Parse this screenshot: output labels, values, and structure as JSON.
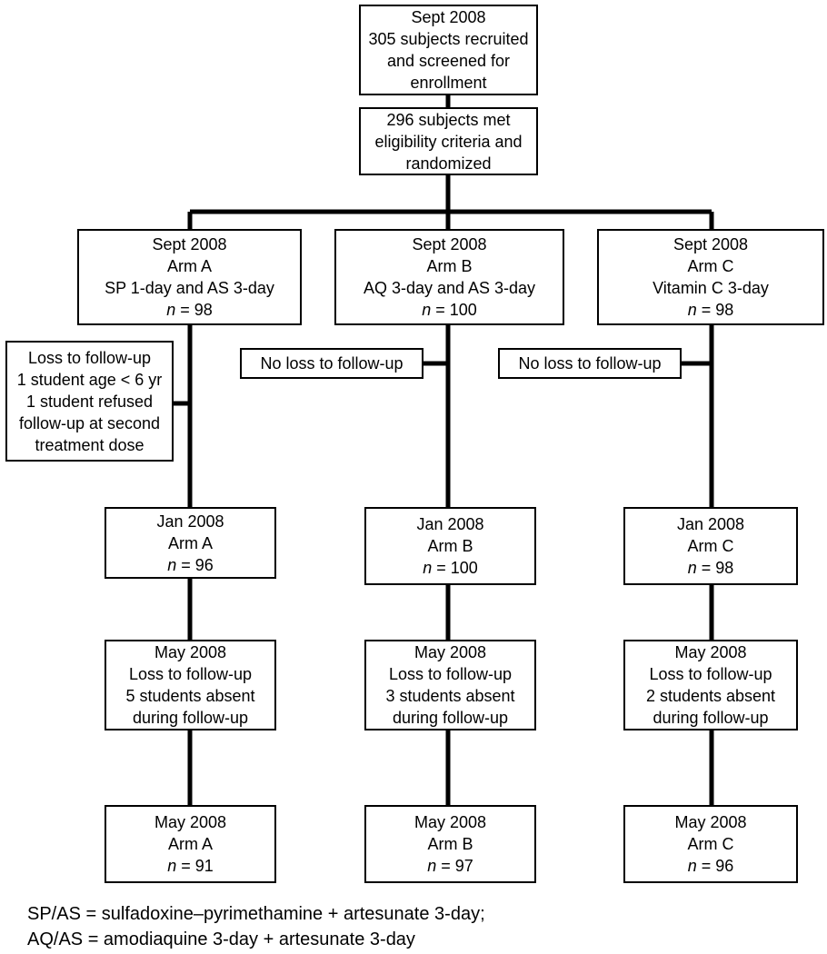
{
  "top": {
    "recruit": [
      "Sept 2008",
      "305 subjects recruited",
      "and screened for",
      "enrollment"
    ],
    "eligible": [
      "296 subjects met",
      "eligibility criteria and",
      "randomized"
    ]
  },
  "arms": [
    {
      "start": [
        "Sept 2008",
        "Arm A",
        "SP 1-day and AS 3-day"
      ],
      "start_n": "98",
      "loss": [
        "Loss to follow-up",
        "1 student age < 6 yr",
        "1 student refused",
        "follow-up at second",
        "treatment dose"
      ],
      "jan": [
        "Jan 2008",
        "Arm A"
      ],
      "jan_n": "96",
      "may_loss": [
        "May 2008",
        "Loss to follow-up",
        "5 students absent",
        "during follow-up"
      ],
      "final": [
        "May 2008",
        "Arm A"
      ],
      "final_n": "91"
    },
    {
      "start": [
        "Sept 2008",
        "Arm B",
        "AQ 3-day and AS 3-day"
      ],
      "start_n": "100",
      "loss": [
        "No loss to follow-up"
      ],
      "jan": [
        "Jan 2008",
        "Arm B"
      ],
      "jan_n": "100",
      "may_loss": [
        "May 2008",
        "Loss to follow-up",
        "3 students absent",
        "during follow-up"
      ],
      "final": [
        "May 2008",
        "Arm B"
      ],
      "final_n": "97"
    },
    {
      "start": [
        "Sept 2008",
        "Arm C",
        "Vitamin C 3-day"
      ],
      "start_n": "98",
      "loss": [
        "No loss to follow-up"
      ],
      "jan": [
        "Jan 2008",
        "Arm C"
      ],
      "jan_n": "98",
      "may_loss": [
        "May 2008",
        "Loss to follow-up",
        "2 students absent",
        "during follow-up"
      ],
      "final": [
        "May 2008",
        "Arm C"
      ],
      "final_n": "96"
    }
  ],
  "n_label": "n",
  "n_eq": " = ",
  "footnote": [
    "SP/AS = sulfadoxine–pyrimethamine + artesunate 3-day;",
    "AQ/AS = amodiaquine 3-day + artesunate 3-day"
  ]
}
